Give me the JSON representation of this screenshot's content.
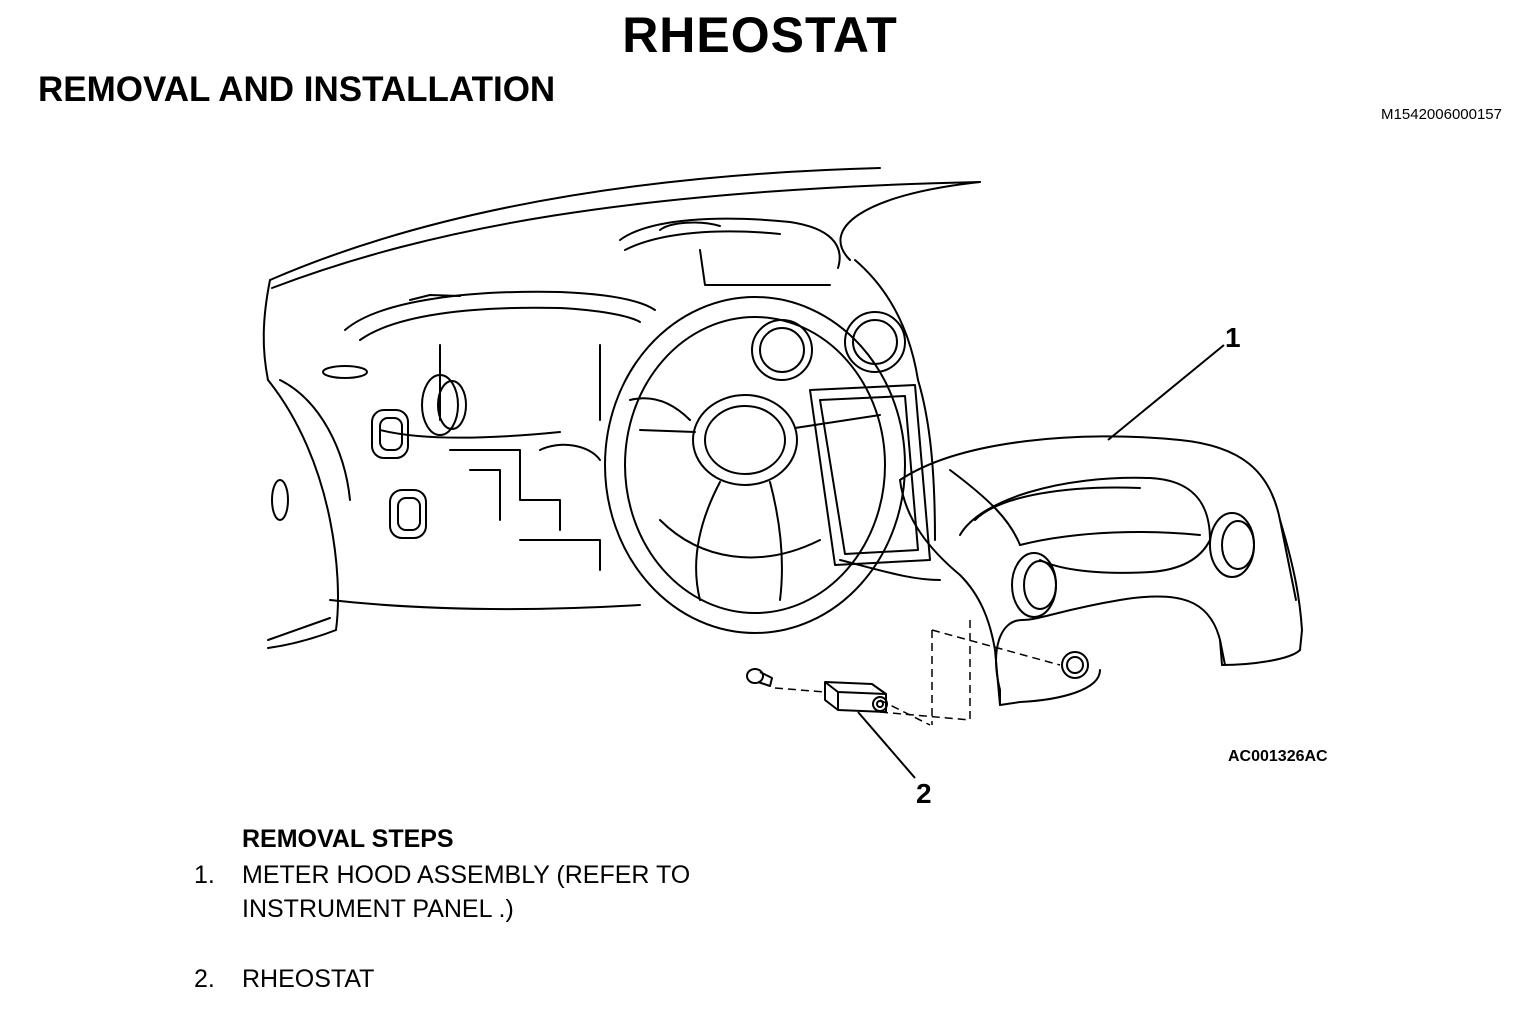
{
  "title": "RHEOSTAT",
  "subtitle": "REMOVAL AND INSTALLATION",
  "doc_id": "M1542006000157",
  "figure": {
    "callouts": [
      "1",
      "2"
    ],
    "code": "AC001326AC"
  },
  "steps": {
    "heading": "REMOVAL STEPS",
    "items": [
      {
        "num": "1.",
        "text": "METER HOOD ASSEMBLY (REFER TO INSTRUMENT PANEL .)"
      },
      {
        "num": "2.",
        "text": "RHEOSTAT"
      }
    ]
  }
}
